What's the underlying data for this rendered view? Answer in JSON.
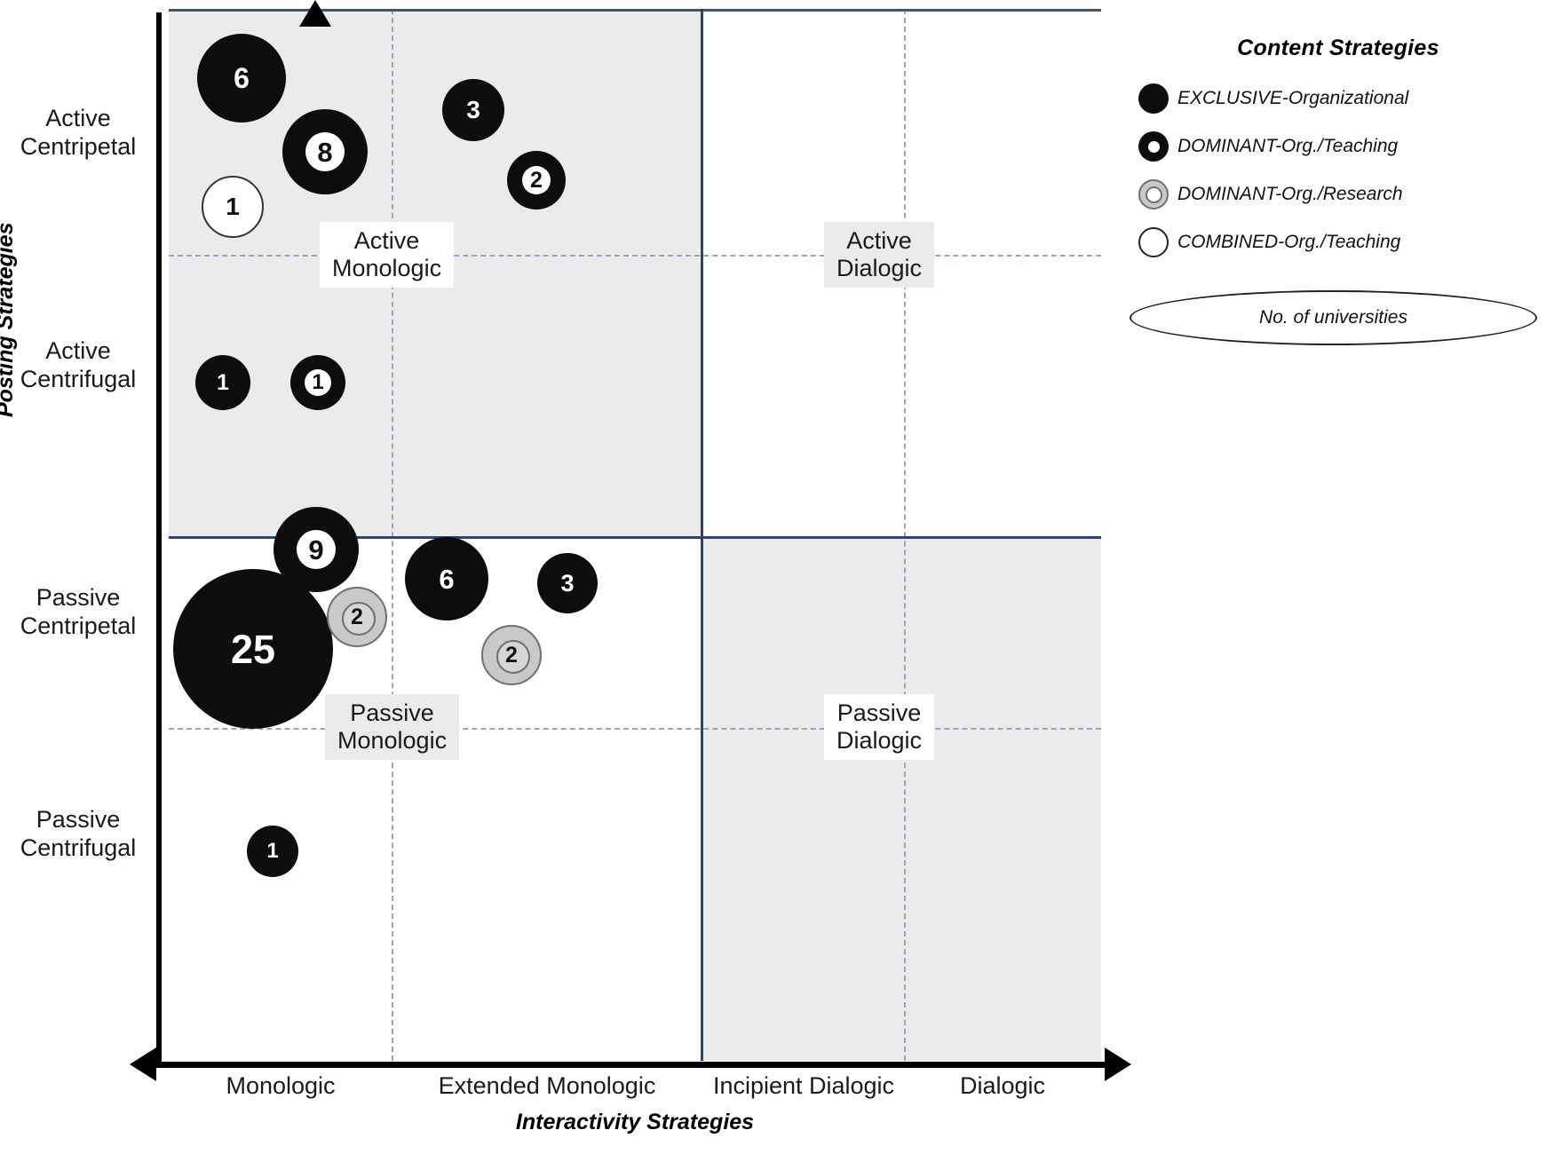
{
  "chart_data": {
    "type": "scatter",
    "title": "",
    "xlabel": "Interactivity Strategies",
    "ylabel": "Posting Strategies",
    "x_tick_labels": [
      "Monologic",
      "Extended Monologic",
      "Incipient Dialogic",
      "Dialogic"
    ],
    "y_tick_labels": [
      "Active Centripetal",
      "Active Centrifugal",
      "Passive Centripetal",
      "Passive Centrifugal"
    ],
    "grid": true,
    "legend_position": "right",
    "bubble_value_label": "No. of universities",
    "quadrants": [
      {
        "name": "Active Monologic",
        "line1": "Active",
        "line2": "Monologic",
        "shaded": true
      },
      {
        "name": "Active Dialogic",
        "line1": "Active",
        "line2": "Dialogic",
        "shaded": false
      },
      {
        "name": "Passive Monologic",
        "line1": "Passive",
        "line2": "Monologic",
        "shaded": false
      },
      {
        "name": "Passive Dialogic",
        "line1": "Passive",
        "line2": "Dialogic",
        "shaded": true
      }
    ],
    "series": [
      {
        "name": "EXCLUSIVE-Organizational",
        "key": "exclusive"
      },
      {
        "name": "DOMINANT-Org./Teaching",
        "key": "domteach"
      },
      {
        "name": "DOMINANT-Org./Research",
        "key": "domres"
      },
      {
        "name": "COMBINED-Org./Teaching",
        "key": "combined"
      }
    ],
    "points": [
      {
        "value": 6,
        "series": "exclusive",
        "quadrant": "Active Monologic",
        "x_band": "Monologic",
        "y_band": "Active Centripetal"
      },
      {
        "value": 8,
        "series": "domteach",
        "quadrant": "Active Monologic",
        "x_band": "Monologic",
        "y_band": "Active Centripetal"
      },
      {
        "value": 1,
        "series": "combined",
        "quadrant": "Active Monologic",
        "x_band": "Monologic",
        "y_band": "Active Centripetal"
      },
      {
        "value": 3,
        "series": "exclusive",
        "quadrant": "Active Monologic",
        "x_band": "Extended Monologic",
        "y_band": "Active Centripetal"
      },
      {
        "value": 2,
        "series": "domteach",
        "quadrant": "Active Monologic",
        "x_band": "Extended Monologic",
        "y_band": "Active Centripetal"
      },
      {
        "value": 1,
        "series": "exclusive",
        "quadrant": "Active Monologic",
        "x_band": "Monologic",
        "y_band": "Active Centrifugal"
      },
      {
        "value": 1,
        "series": "domteach",
        "quadrant": "Active Monologic",
        "x_band": "Monologic",
        "y_band": "Active Centrifugal"
      },
      {
        "value": 9,
        "series": "domteach",
        "quadrant": "Passive Monologic",
        "x_band": "Monologic",
        "y_band": "Passive Centripetal"
      },
      {
        "value": 25,
        "series": "exclusive",
        "quadrant": "Passive Monologic",
        "x_band": "Monologic",
        "y_band": "Passive Centripetal"
      },
      {
        "value": 2,
        "series": "domres",
        "quadrant": "Passive Monologic",
        "x_band": "Monologic",
        "y_band": "Passive Centripetal"
      },
      {
        "value": 6,
        "series": "exclusive",
        "quadrant": "Passive Monologic",
        "x_band": "Extended Monologic",
        "y_band": "Passive Centripetal"
      },
      {
        "value": 3,
        "series": "exclusive",
        "quadrant": "Passive Monologic",
        "x_band": "Extended Monologic",
        "y_band": "Passive Centripetal"
      },
      {
        "value": 2,
        "series": "domres",
        "quadrant": "Passive Monologic",
        "x_band": "Extended Monologic",
        "y_band": "Passive Centripetal"
      },
      {
        "value": 1,
        "series": "exclusive",
        "quadrant": "Passive Monologic",
        "x_band": "Monologic",
        "y_band": "Passive Centrifugal"
      }
    ]
  },
  "axes": {
    "y_title": "Posting Strategies",
    "x_title": "Interactivity Strategies",
    "y_labels": [
      {
        "l1": "Active",
        "l2": "Centripetal"
      },
      {
        "l1": "Active",
        "l2": "Centrifugal"
      },
      {
        "l1": "Passive",
        "l2": "Centripetal"
      },
      {
        "l1": "Passive",
        "l2": "Centrifugal"
      }
    ],
    "x_labels": [
      "Monologic",
      "Extended Monologic",
      "Incipient Dialogic",
      "Dialogic"
    ]
  },
  "quadrant_captions": [
    {
      "l1": "Active",
      "l2": "Monologic"
    },
    {
      "l1": "Active",
      "l2": "Dialogic"
    },
    {
      "l1": "Passive",
      "l2": "Monologic"
    },
    {
      "l1": "Passive",
      "l2": "Dialogic"
    }
  ],
  "bubbles": [
    {
      "label": "6"
    },
    {
      "label": "8"
    },
    {
      "label": "1"
    },
    {
      "label": "3"
    },
    {
      "label": "2"
    },
    {
      "label": "1"
    },
    {
      "label": "1"
    },
    {
      "label": "9"
    },
    {
      "label": "25"
    },
    {
      "label": "2"
    },
    {
      "label": "6"
    },
    {
      "label": "3"
    },
    {
      "label": "2"
    },
    {
      "label": "1"
    }
  ],
  "legend": {
    "title": "Content Strategies",
    "items": [
      {
        "label": "EXCLUSIVE-Organizational",
        "icon": "filled-circle-icon"
      },
      {
        "label": "DOMINANT-Org./Teaching",
        "icon": "donut-black-circle-icon"
      },
      {
        "label": "DOMINANT-Org./Research",
        "icon": "donut-grey-circle-icon"
      },
      {
        "label": "COMBINED-Org./Teaching",
        "icon": "hollow-circle-icon"
      }
    ],
    "size_key": "No. of universities"
  },
  "colors": {
    "exclusive": "#0d0d0d",
    "dominant_research": "#c9c9c9",
    "shade": "#ebebeb",
    "frame": "#2e4374",
    "dashed": "#9aa4bf"
  }
}
